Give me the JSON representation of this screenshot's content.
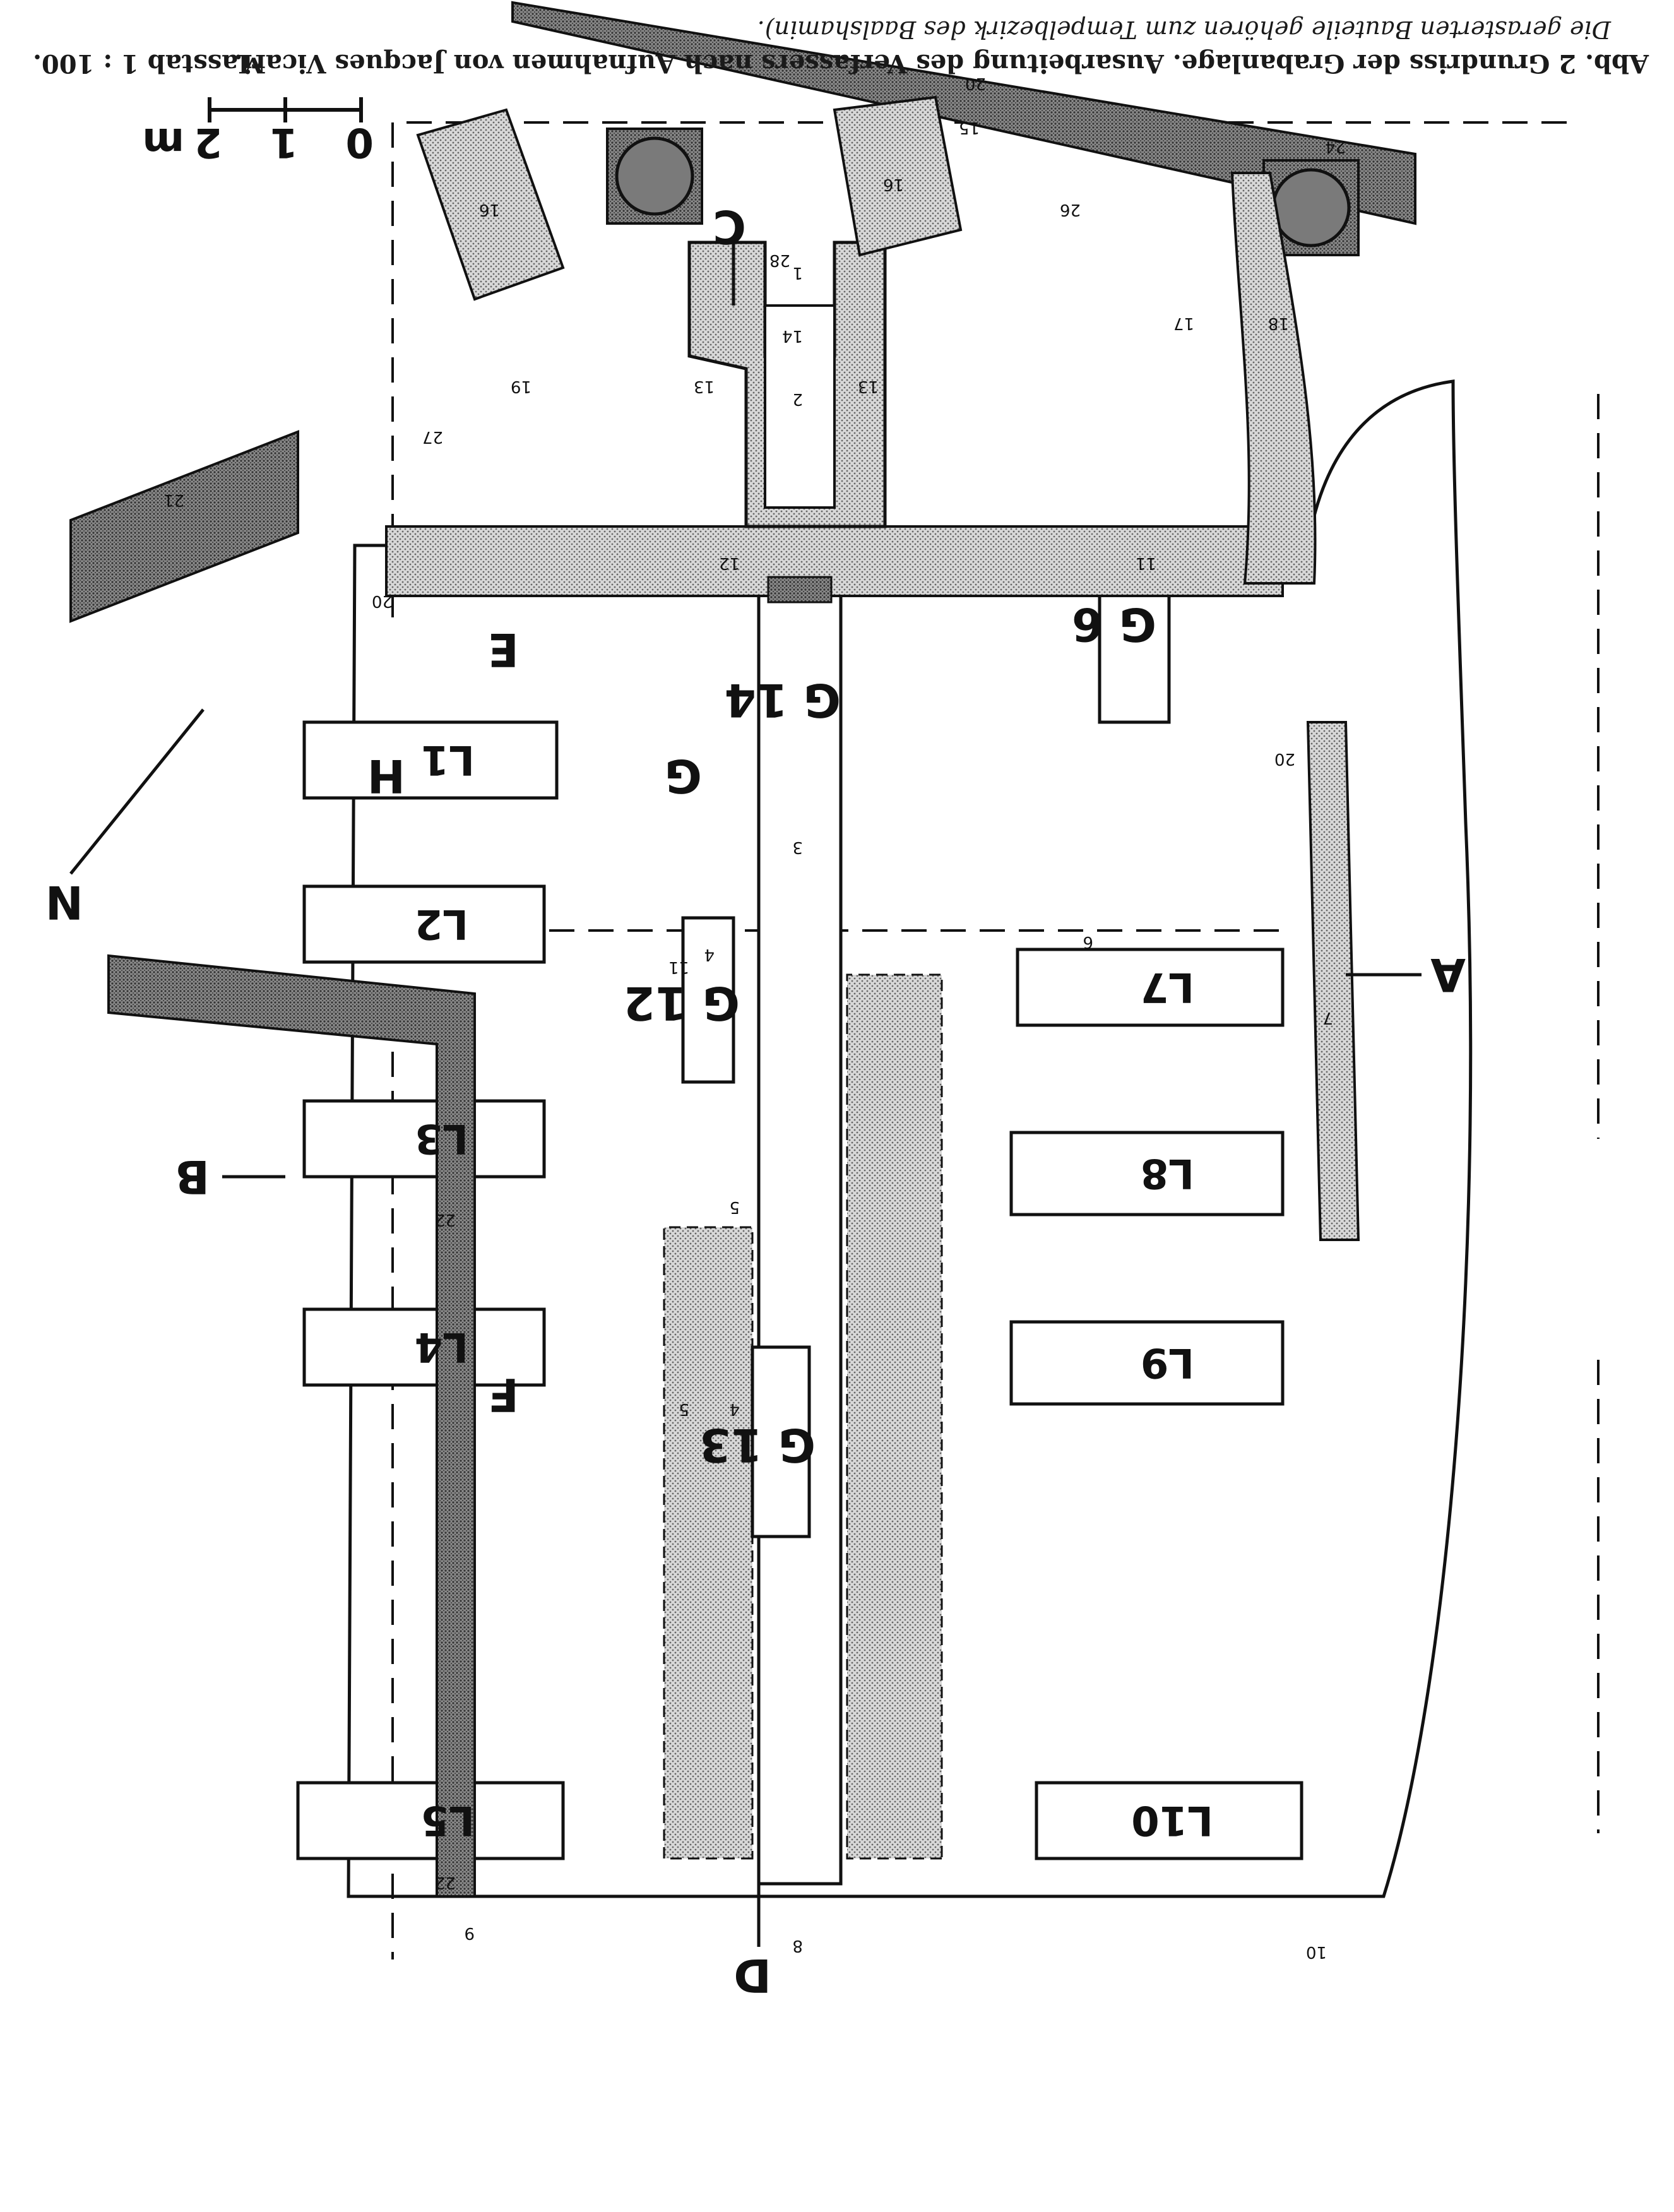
{
  "caption": {
    "line1": "Abb. 2  Grundriss der Grabanlage. Ausarbeitung des Verfassers nach Aufnahmen von Jacques Vicari.",
    "scale_text": "Masstab 1 : 100.",
    "line2": "Die gerasterten Bauteile gehören zum Tempelbezirk des Baalshamin)."
  },
  "scale_bar": {
    "tick_labels": [
      "0",
      "1",
      "2"
    ],
    "unit": "m"
  },
  "north_label": "N",
  "section_labels": [
    "A",
    "B",
    "C",
    "D",
    "E",
    "F",
    "G",
    "H"
  ],
  "loculi": [
    "L1",
    "L2",
    "L3",
    "L4",
    "L5",
    "L7",
    "L8",
    "L9",
    "L10"
  ],
  "graves": [
    "G 6",
    "G 12",
    "G 13",
    "G 14"
  ],
  "feature_numbers": [
    "1",
    "2",
    "3",
    "4",
    "4",
    "5",
    "5",
    "6",
    "7",
    "8",
    "9",
    "10",
    "11",
    "11",
    "12",
    "13",
    "13",
    "14",
    "15",
    "16",
    "16",
    "17",
    "18",
    "19",
    "20",
    "20",
    "20",
    "21",
    "22",
    "22",
    "24",
    "26",
    "27",
    "28"
  ],
  "colors": {
    "ink": "#111111",
    "stipple": "#c9c9c9",
    "dark_hatch": "#7a7a7a",
    "paper": "#ffffff"
  }
}
